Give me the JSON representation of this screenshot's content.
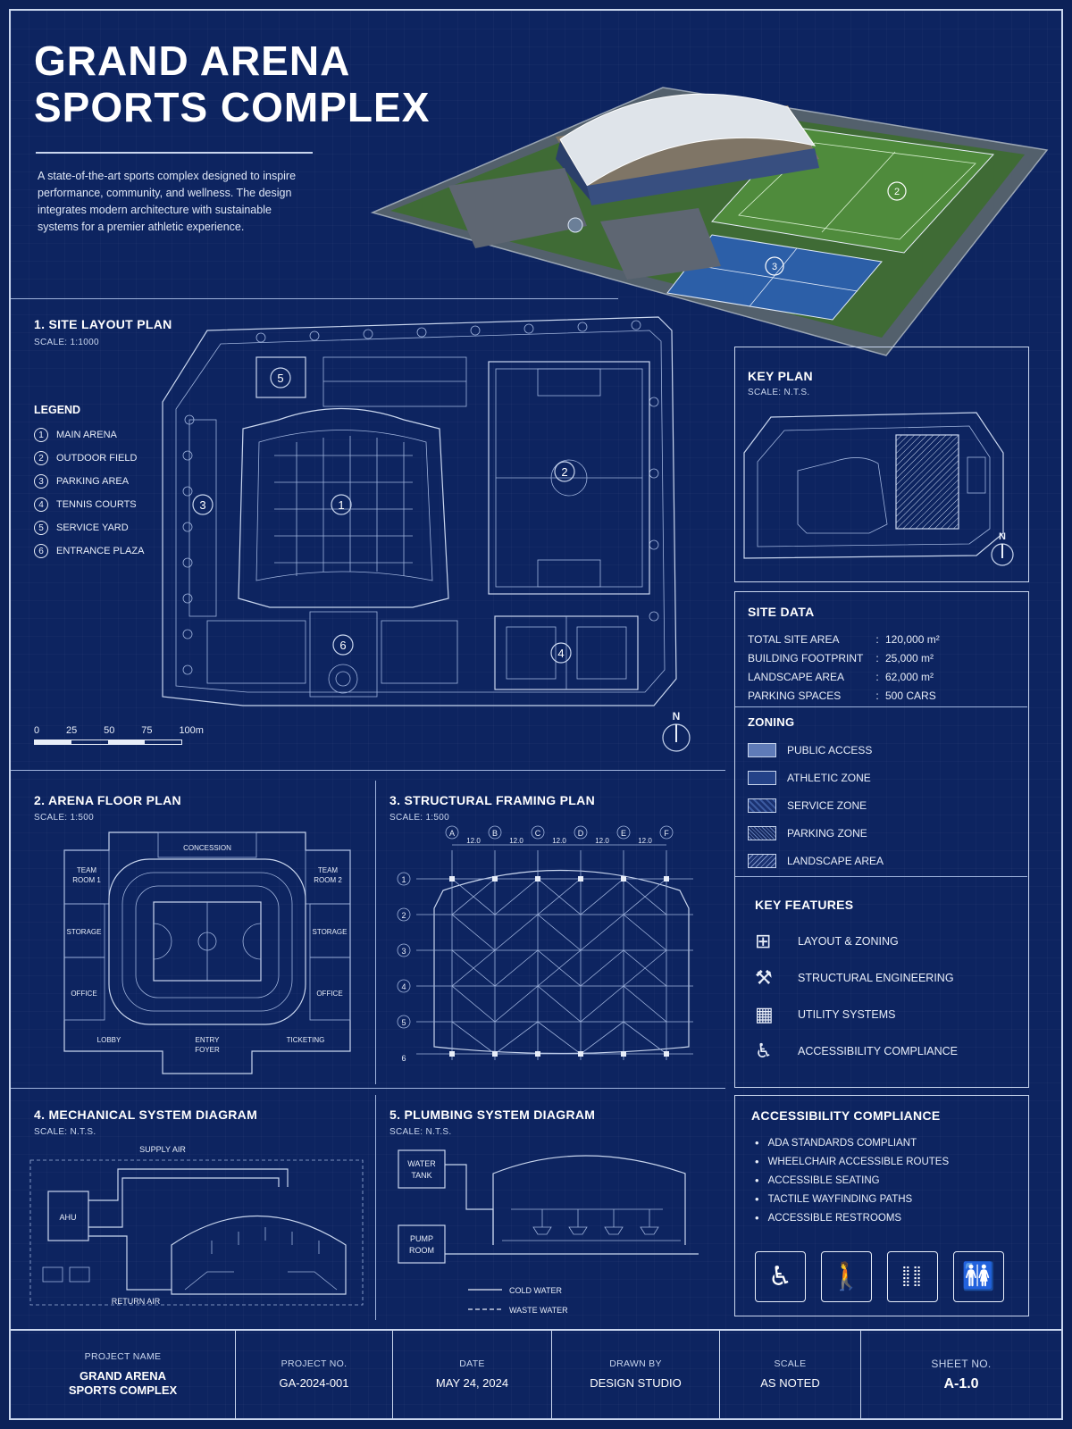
{
  "header": {
    "title_line1": "GRAND ARENA",
    "title_line2": "SPORTS COMPLEX",
    "intro": "A state-of-the-art sports complex designed to inspire performance, community, and wellness. The design integrates modern architecture with sustainable systems for a premier athletic experience."
  },
  "aerial": {
    "marker_field": "2",
    "marker_courts": "3"
  },
  "site_plan": {
    "title": "1. SITE LAYOUT PLAN",
    "scale": "SCALE: 1:1000",
    "legend_title": "LEGEND",
    "legend": [
      {
        "num": "1",
        "label": "MAIN ARENA"
      },
      {
        "num": "2",
        "label": "OUTDOOR FIELD"
      },
      {
        "num": "3",
        "label": "PARKING AREA"
      },
      {
        "num": "4",
        "label": "TENNIS COURTS"
      },
      {
        "num": "5",
        "label": "SERVICE YARD"
      },
      {
        "num": "6",
        "label": "ENTRANCE PLAZA"
      }
    ],
    "scale_bar": [
      "0",
      "25",
      "50",
      "75",
      "100m"
    ],
    "north": "N"
  },
  "key_plan": {
    "title": "KEY PLAN",
    "scale": "SCALE: N.T.S.",
    "north": "N"
  },
  "site_data": {
    "title": "SITE DATA",
    "rows": [
      {
        "key": "TOTAL SITE AREA",
        "value": "120,000 m²"
      },
      {
        "key": "BUILDING FOOTPRINT",
        "value": "25,000 m²"
      },
      {
        "key": "LANDSCAPE AREA",
        "value": "62,000 m²"
      },
      {
        "key": "PARKING SPACES",
        "value": "500 CARS"
      }
    ]
  },
  "zoning": {
    "title": "ZONING",
    "items": [
      "PUBLIC ACCESS",
      "ATHLETIC ZONE",
      "SERVICE ZONE",
      "PARKING ZONE",
      "LANDSCAPE AREA"
    ]
  },
  "key_features": {
    "title": "KEY FEATURES",
    "items": [
      {
        "icon": "layout-grid-icon",
        "label": "LAYOUT & ZONING"
      },
      {
        "icon": "tools-icon",
        "label": "STRUCTURAL ENGINEERING"
      },
      {
        "icon": "utility-building-icon",
        "label": "UTILITY SYSTEMS"
      },
      {
        "icon": "wheelchair-icon",
        "label": "ACCESSIBILITY COMPLIANCE"
      }
    ]
  },
  "floor_plan": {
    "title": "2. ARENA FLOOR PLAN",
    "scale": "SCALE: 1:500",
    "rooms": {
      "concession": "CONCESSION",
      "team1_a": "TEAM",
      "team1_b": "ROOM 1",
      "team2_a": "TEAM",
      "team2_b": "ROOM 2",
      "storage": "STORAGE",
      "office": "OFFICE",
      "lobby": "LOBBY",
      "entry_a": "ENTRY",
      "entry_b": "FOYER",
      "ticketing": "TICKETING"
    }
  },
  "framing_plan": {
    "title": "3. STRUCTURAL FRAMING PLAN",
    "scale": "SCALE: 1:500",
    "columns": [
      "A",
      "B",
      "C",
      "D",
      "E",
      "F"
    ],
    "rows": [
      "1",
      "2",
      "3",
      "4",
      "5",
      "6"
    ],
    "bay": "12.0"
  },
  "mech": {
    "title": "4. MECHANICAL SYSTEM DIAGRAM",
    "scale": "SCALE: N.T.S.",
    "supply": "SUPPLY AIR",
    "return": "RETURN AIR",
    "ahu": "AHU"
  },
  "plumbing": {
    "title": "5. PLUMBING SYSTEM DIAGRAM",
    "scale": "SCALE: N.T.S.",
    "tank_a": "WATER",
    "tank_b": "TANK",
    "pump_a": "PUMP",
    "pump_b": "ROOM",
    "cold": "COLD WATER",
    "waste": "WASTE WATER"
  },
  "accessibility": {
    "title": "ACCESSIBILITY COMPLIANCE",
    "items": [
      "ADA STANDARDS COMPLIANT",
      "WHEELCHAIR ACCESSIBLE ROUTES",
      "ACCESSIBLE SEATING",
      "TACTILE WAYFINDING PATHS",
      "ACCESSIBLE RESTROOMS"
    ],
    "icons": [
      "wheelchair-icon",
      "blind-walker-icon",
      "braille-icon",
      "restroom-icon"
    ]
  },
  "title_block": {
    "project_name_label": "PROJECT NAME",
    "project_name_1": "GRAND ARENA",
    "project_name_2": "SPORTS COMPLEX",
    "project_no_label": "PROJECT NO.",
    "project_no": "GA-2024-001",
    "date_label": "DATE",
    "date": "MAY 24, 2024",
    "drawn_by_label": "DRAWN BY",
    "drawn_by": "DESIGN STUDIO",
    "scale_label": "SCALE",
    "scale": "AS NOTED",
    "sheet_label": "SHEET NO.",
    "sheet": "A-1.0"
  }
}
